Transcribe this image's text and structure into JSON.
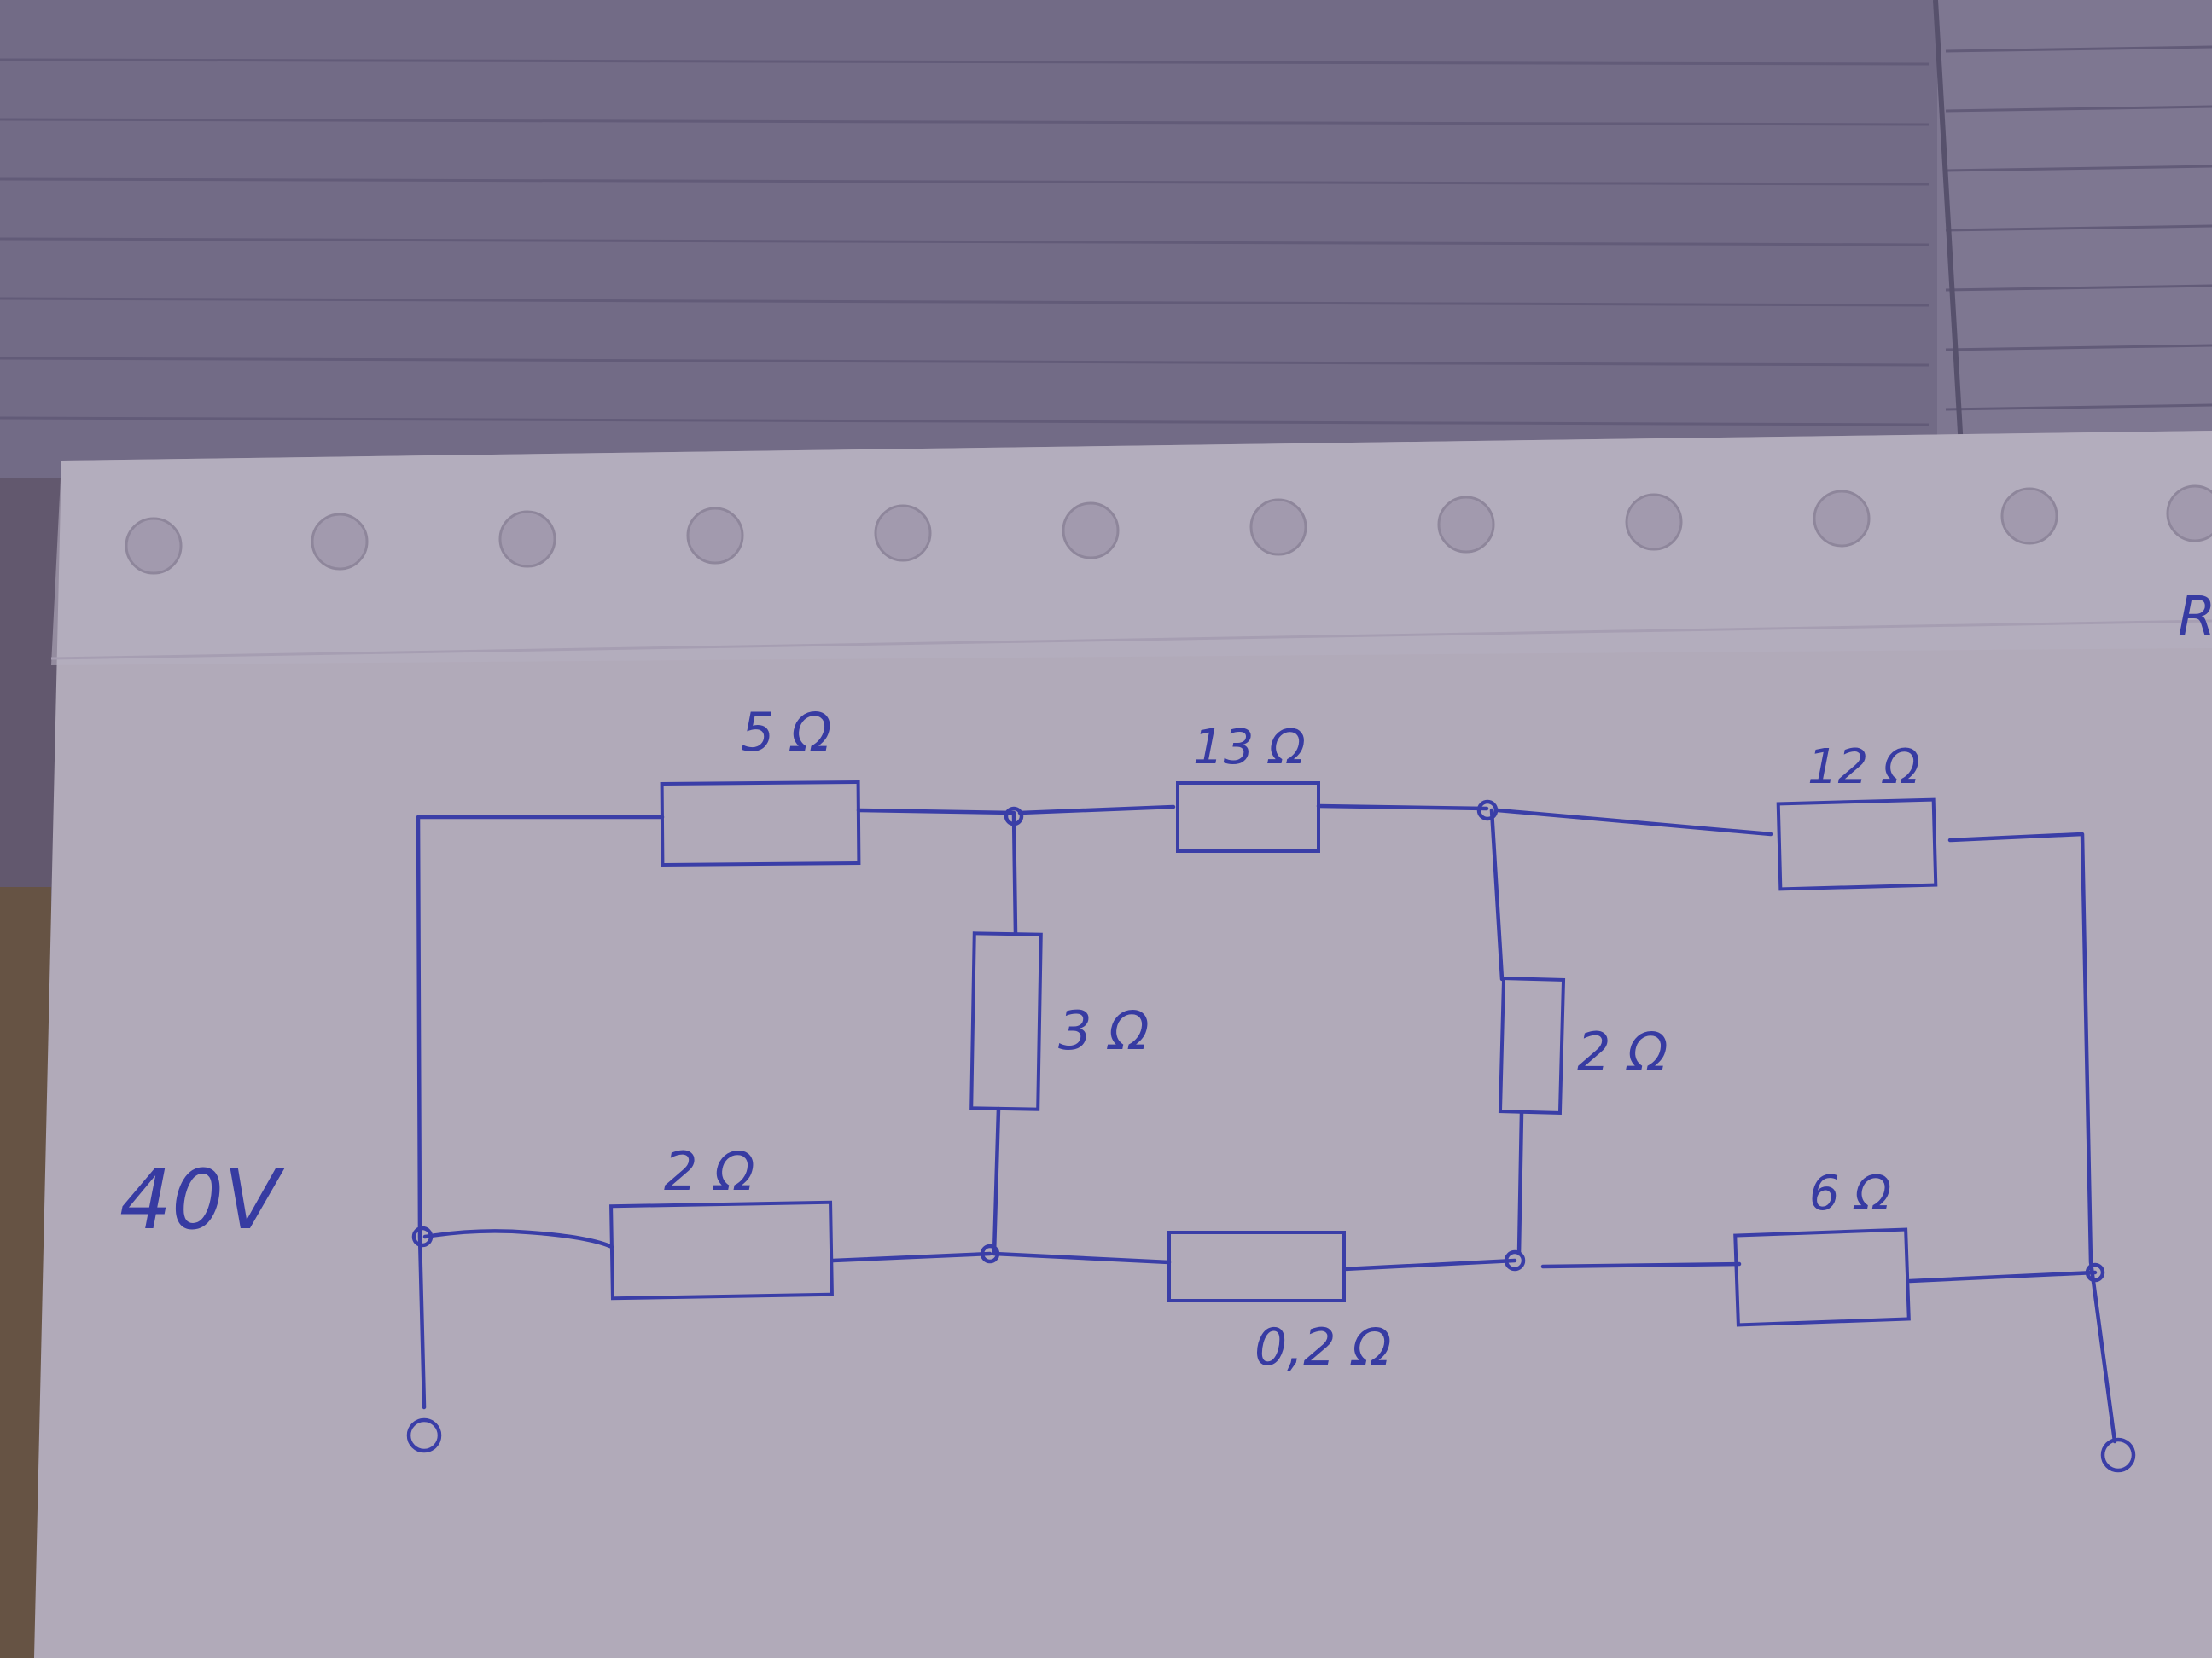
{
  "source_label": "40V",
  "resistors": {
    "r_top_left": "5 Ω",
    "r_top_mid": "13 Ω",
    "r_top_right": "12 Ω",
    "r_vert_left": "3 Ω",
    "r_vert_right": "2 Ω",
    "r_bottom_left": "2 Ω",
    "r_bottom_mid": "0,2 Ω",
    "r_bottom_right": "6 Ω"
  },
  "margin_letter": "R",
  "colors": {
    "ink": "#3d42b5",
    "paper": "#c9c2cf",
    "notebook": "#7f7892",
    "background": "#5c5670"
  }
}
